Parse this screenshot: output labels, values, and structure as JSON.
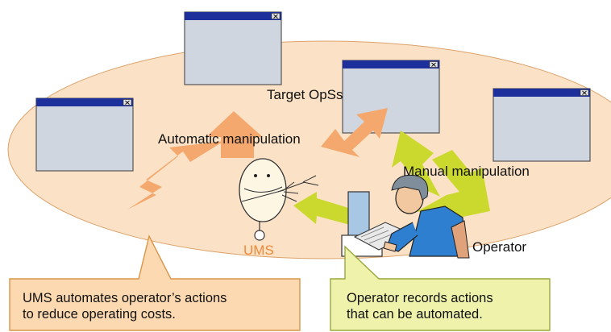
{
  "labels": {
    "target_opss": "Target OpSs",
    "automatic_manipulation": "Automatic manipulation",
    "manual_manipulation": "Manual manipulation",
    "ums": "UMS",
    "operator": "Operator"
  },
  "callouts": {
    "left": {
      "line1": "UMS automates operator’s actions",
      "line2": "to reduce operating costs."
    },
    "right": {
      "line1": "Operator records actions",
      "line2": "that can be automated."
    }
  },
  "windows": [
    {
      "name": "window-top-center",
      "close_glyph": "×"
    },
    {
      "name": "window-center-right",
      "close_glyph": "×"
    },
    {
      "name": "window-left",
      "close_glyph": "×"
    },
    {
      "name": "window-right",
      "close_glyph": "×"
    }
  ],
  "colors": {
    "ellipse": "#fbe2c6",
    "auto_arrow": "#f4a86d",
    "manual_arrow": "#cbd92f",
    "ums_label": "#f08a3a",
    "window_title": "#1c2f9a",
    "window_body": "#cfd6df",
    "callout_left_fill": "#fcd9b0",
    "callout_left_stroke": "#d8964a",
    "callout_right_fill": "#eef2ab",
    "callout_right_stroke": "#9aa83c"
  },
  "icons": [
    "window-close-icon",
    "robot-icon",
    "operator-icon",
    "computer-icon"
  ]
}
